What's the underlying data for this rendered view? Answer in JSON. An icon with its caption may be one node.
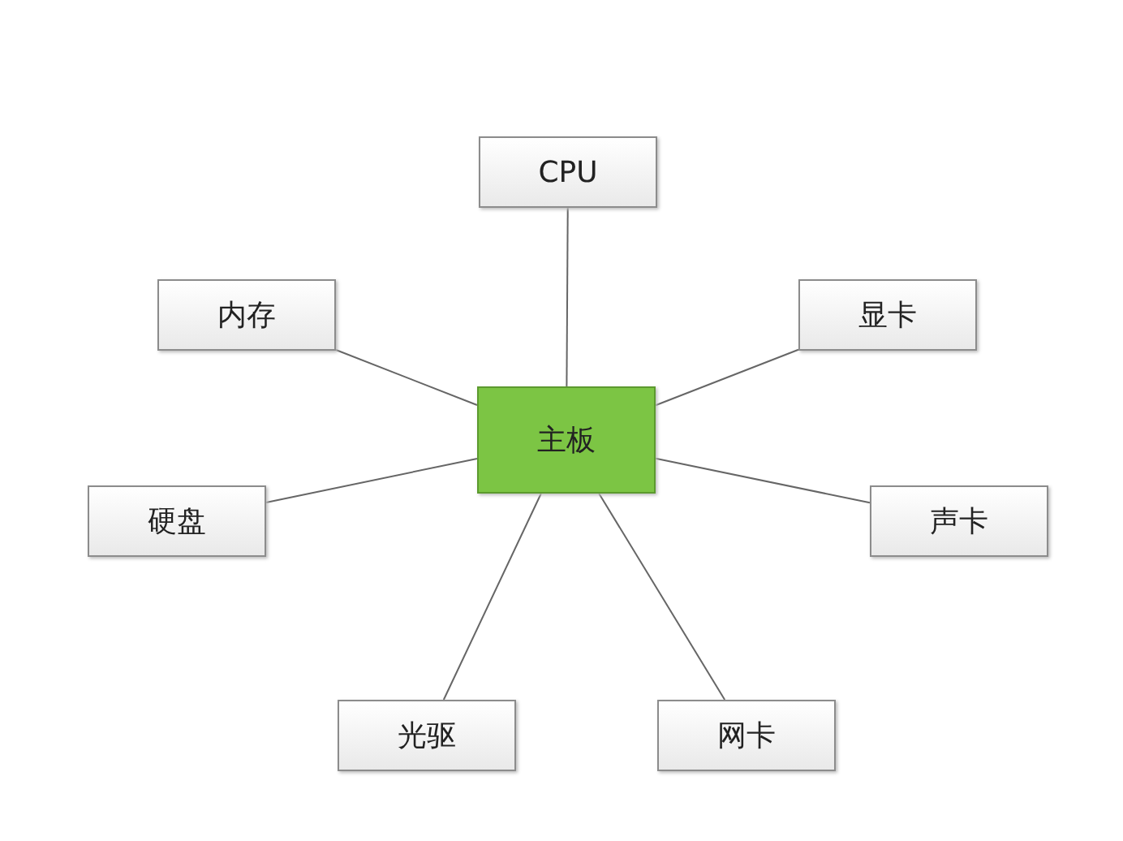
{
  "diagram": {
    "nodes": [
      {
        "text": [
          "CPU"
        ]
      },
      {
        "text": [
          "内存"
        ]
      },
      {
        "text": [
          "显卡"
        ]
      },
      {
        "text": [
          "主板"
        ]
      },
      {
        "text": [
          "硬盘"
        ]
      },
      {
        "text": [
          "声卡"
        ]
      },
      {
        "text": [
          "光驱"
        ]
      },
      {
        "text": [
          "网卡"
        ]
      }
    ],
    "edges": [
      {
        "from": 3,
        "to": 0,
        "arrow": "none"
      },
      {
        "from": 3,
        "to": 1,
        "arrow": "none"
      },
      {
        "from": 3,
        "to": 2,
        "arrow": "none"
      },
      {
        "from": 3,
        "to": 4,
        "arrow": "none"
      },
      {
        "from": 3,
        "to": 5,
        "arrow": "none"
      },
      {
        "from": 3,
        "to": 6,
        "arrow": "none"
      },
      {
        "from": 3,
        "to": 7,
        "arrow": "none"
      }
    ]
  }
}
